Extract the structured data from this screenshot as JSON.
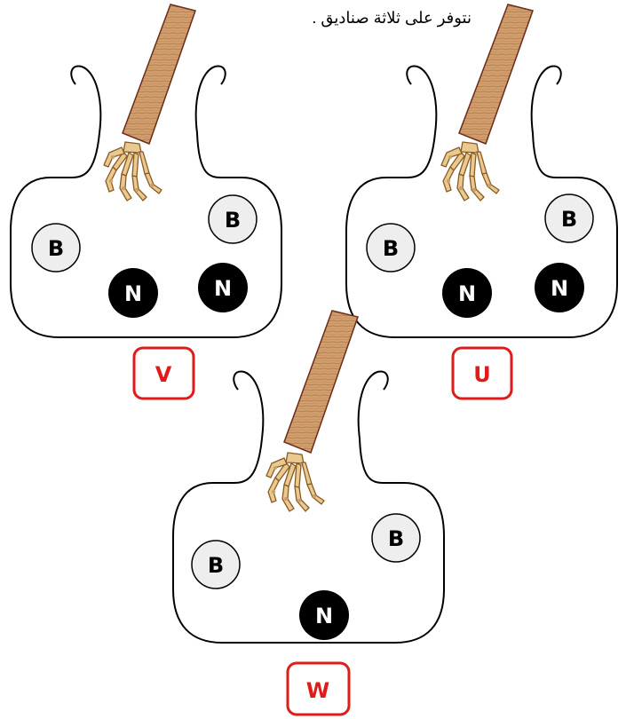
{
  "intro_text": "نتوفر على ثلاثة صناديق .",
  "boxes": [
    {
      "label": "U",
      "balls": [
        {
          "letter": "B",
          "color": "white"
        },
        {
          "letter": "B",
          "color": "white"
        },
        {
          "letter": "N",
          "color": "black"
        },
        {
          "letter": "N",
          "color": "black"
        }
      ]
    },
    {
      "label": "V",
      "balls": [
        {
          "letter": "B",
          "color": "white"
        },
        {
          "letter": "B",
          "color": "white"
        },
        {
          "letter": "N",
          "color": "black"
        },
        {
          "letter": "N",
          "color": "black"
        }
      ]
    },
    {
      "label": "W",
      "balls": [
        {
          "letter": "B",
          "color": "white"
        },
        {
          "letter": "B",
          "color": "white"
        },
        {
          "letter": "N",
          "color": "black"
        }
      ]
    }
  ],
  "colors": {
    "label_red": "#e11a1a",
    "white_ball_fill": "#eeeeee",
    "black_ball_fill": "#000000"
  }
}
